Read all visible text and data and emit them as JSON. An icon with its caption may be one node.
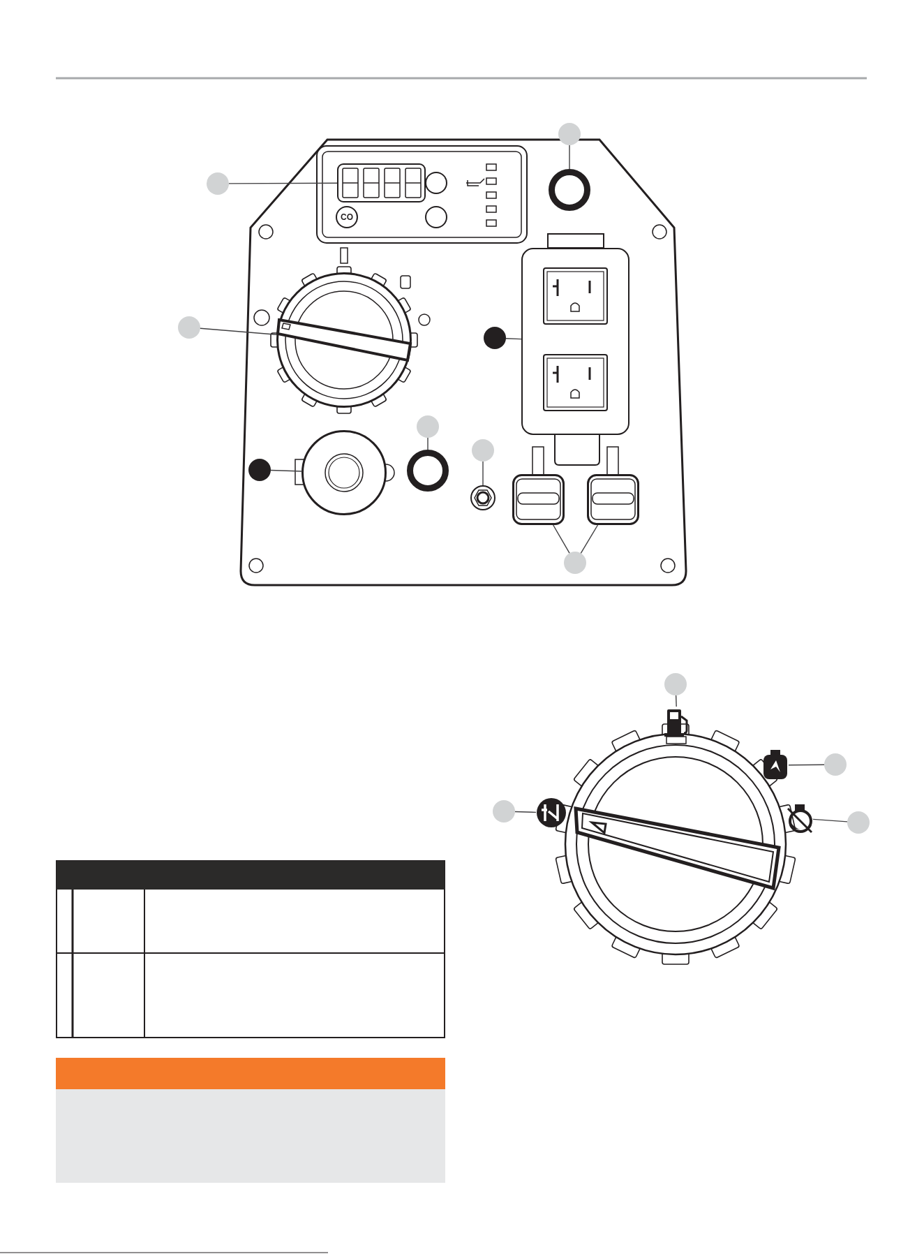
{
  "diagram": {
    "nodes": [
      {
        "text": [],
        "shape": "circle"
      },
      {
        "text": [],
        "shape": "box"
      },
      {
        "text": [],
        "shape": "circle"
      },
      {
        "text": [],
        "shape": "circle"
      },
      {
        "text": [],
        "shape": "circle"
      },
      {
        "text": [],
        "shape": "circle"
      },
      {
        "text": [],
        "shape": "circle"
      },
      {
        "text": [],
        "shape": "box"
      },
      {
        "text": [],
        "shape": "circle"
      },
      {
        "text": [],
        "shape": "circle"
      },
      {
        "text": [],
        "shape": "circle"
      },
      {
        "text": [],
        "shape": "circle"
      },
      {
        "text": [],
        "shape": "circle"
      },
      {
        "text": [],
        "shape": "circle"
      },
      {
        "text": [],
        "shape": "circle"
      },
      {
        "text": [],
        "shape": "box"
      },
      {
        "text": [],
        "shape": "box"
      },
      {
        "text": [],
        "shape": "circle"
      },
      {
        "text": [],
        "shape": "picture"
      },
      {
        "text": [],
        "shape": "circle"
      },
      {
        "text": [],
        "shape": "picture"
      },
      {
        "text": [],
        "shape": "circle"
      },
      {
        "text": [],
        "shape": "picture"
      },
      {
        "text": [],
        "shape": "circle"
      },
      {
        "text": [],
        "shape": "picture"
      }
    ],
    "edges": [
      {
        "from": 0,
        "to": 1,
        "arrow": "none"
      },
      {
        "from": 2,
        "to": 3,
        "arrow": "none"
      },
      {
        "from": 4,
        "to": 5,
        "arrow": "none"
      },
      {
        "from": 6,
        "to": 7,
        "arrow": "none"
      },
      {
        "from": 8,
        "to": 9,
        "arrow": "none"
      },
      {
        "from": 10,
        "to": 11,
        "arrow": "none"
      },
      {
        "from": 12,
        "to": 13,
        "arrow": "none"
      },
      {
        "from": 14,
        "to": 15,
        "arrow": "none"
      },
      {
        "from": 14,
        "to": 16,
        "arrow": "none"
      },
      {
        "from": 17,
        "to": 18,
        "arrow": "none"
      },
      {
        "from": 19,
        "to": 20,
        "arrow": "none"
      },
      {
        "from": 21,
        "to": 22,
        "arrow": "none"
      },
      {
        "from": 23,
        "to": 24,
        "arrow": "none"
      }
    ],
    "labels": [
      "CO"
    ]
  }
}
